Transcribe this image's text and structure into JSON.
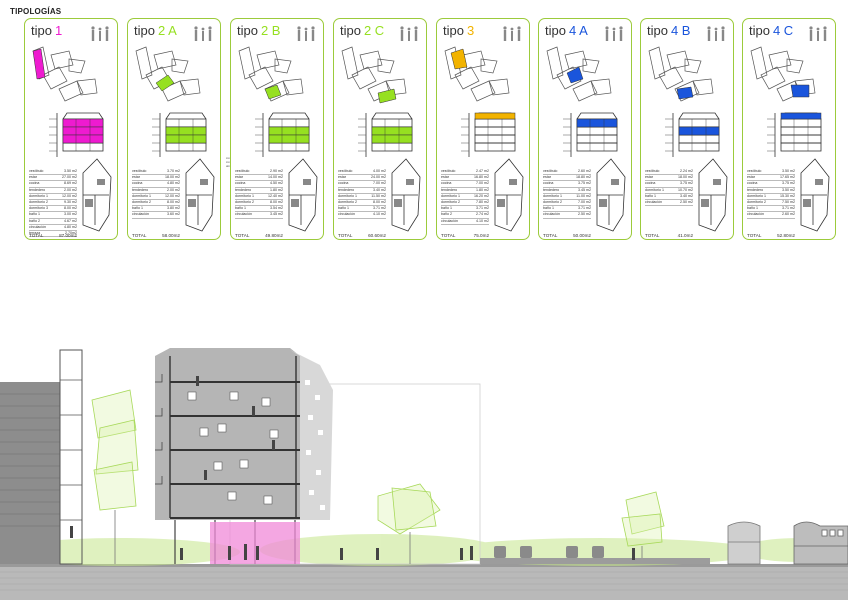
{
  "page": {
    "title": "TIPOLOGÍAS"
  },
  "colors": {
    "magenta": "#ee1bd0",
    "lime": "#96e021",
    "yellow": "#f2b300",
    "blue": "#1a55dc",
    "frame": "#9ccb3b",
    "pink_lobby": "#f08ad8"
  },
  "units": [
    {
      "label": "tipo",
      "num": "1",
      "color": "#ee1bd0",
      "rows": [
        [
          "vestíbulo",
          "3.50 m2"
        ],
        [
          "estar",
          "27.00 m2"
        ],
        [
          "cocina",
          "8.69 m2"
        ],
        [
          "tendedero",
          "2.00 m2"
        ],
        [
          "dormitorio 1",
          "12.00 m2"
        ],
        [
          "dormitorio 2",
          "9.30 m2"
        ],
        [
          "dormitorio 3",
          "8.00 m2"
        ],
        [
          "baño 1",
          "3.00 m2"
        ],
        [
          "baño 2",
          "4.67 m2"
        ],
        [
          "circulación",
          "4.80 m2"
        ],
        [
          "terraza",
          "2.70m2"
        ]
      ],
      "total_label": "TOTAL",
      "total": "87.00m2"
    },
    {
      "label": "tipo",
      "num": "2 A",
      "color": "#96e021",
      "rows": [
        [
          "vestíbulo",
          "3.70 m2"
        ],
        [
          "estar",
          "18.00 m2"
        ],
        [
          "cocina",
          "4.80 m2"
        ],
        [
          "tendedero",
          "2.00 m2"
        ],
        [
          "dormitorio 1",
          "12.00 m2"
        ],
        [
          "dormitorio 2",
          "8.00 m2"
        ],
        [
          "baño 1",
          "3.80 m2"
        ],
        [
          "circulación",
          "3.60 m2"
        ]
      ],
      "total_label": "TOTAL",
      "total": "58.00m2",
      "legend": [
        "zona noche",
        "zona variable",
        "almacenamiento"
      ]
    },
    {
      "label": "tipo",
      "num": "2 B",
      "color": "#96e021",
      "rows": [
        [
          "vestíbulo",
          "2.90 m2"
        ],
        [
          "estar",
          "14.00 m2"
        ],
        [
          "cocina",
          "4.50 m2"
        ],
        [
          "tendedero",
          "1.80 m2"
        ],
        [
          "dormitorio 1",
          "12.40 m2"
        ],
        [
          "dormitorio 2",
          "8.00 m2"
        ],
        [
          "baño 1",
          "3.54 m2"
        ],
        [
          "circulación",
          "3.45 m2"
        ]
      ],
      "total_label": "TOTAL",
      "total": "49.80m2"
    },
    {
      "label": "tipo",
      "num": "2 C",
      "color": "#96e021",
      "rows": [
        [
          "vestíbulo",
          "4.00 m2"
        ],
        [
          "estar",
          "24.00 m2"
        ],
        [
          "cocina",
          "7.00 m2"
        ],
        [
          "tendedero",
          "3.40 m2"
        ],
        [
          "dormitorio 1",
          "11.50 m2"
        ],
        [
          "dormitorio 2",
          "8.00 m2"
        ],
        [
          "baño 1",
          "3.71 m2"
        ],
        [
          "circulación",
          "4.10 m2"
        ]
      ],
      "total_label": "TOTAL",
      "total": "60.60m2"
    },
    {
      "label": "tipo",
      "num": "3",
      "color": "#f2b300",
      "rows": [
        [
          "vestíbulo",
          "2.47 m2"
        ],
        [
          "estar",
          "16.80 m2"
        ],
        [
          "cocina",
          "7.00 m2"
        ],
        [
          "tendedero",
          "1.80 m2"
        ],
        [
          "dormitorio 1",
          "16.20 m2"
        ],
        [
          "dormitorio 2",
          "7.80 m2"
        ],
        [
          "baño 1",
          "3.71 m2"
        ],
        [
          "baño 2",
          "2.74 m2"
        ],
        [
          "circulación",
          "4.10 m2"
        ]
      ],
      "total_label": "TOTAL",
      "total": "75.0m2"
    },
    {
      "label": "tipo",
      "num": "4 A",
      "color": "#1a55dc",
      "rows": [
        [
          "vestíbulo",
          "2.60 m2"
        ],
        [
          "estar",
          "18.80 m2"
        ],
        [
          "cocina",
          "3.75 m2"
        ],
        [
          "tendedero",
          "3.45 m2"
        ],
        [
          "dormitorio 1",
          "11.00 m2"
        ],
        [
          "dormitorio 2",
          "7.00 m2"
        ],
        [
          "baño 1",
          "3.71 m2"
        ],
        [
          "circulación",
          "2.50 m2"
        ]
      ],
      "total_label": "TOTAL",
      "total": "50.00m2"
    },
    {
      "label": "tipo",
      "num": "4 B",
      "color": "#1a55dc",
      "rows": [
        [
          "vestíbulo",
          "2.24 m2"
        ],
        [
          "estar",
          "18.00 m2"
        ],
        [
          "cocina",
          "3.75 m2"
        ],
        [
          "dormitorio 1",
          "10.70 m2"
        ],
        [
          "baño 1",
          "3.40 m2"
        ],
        [
          "circulación",
          "2.50 m2"
        ]
      ],
      "total_label": "TOTAL",
      "total": "41.0m2"
    },
    {
      "label": "tipo",
      "num": "4 C",
      "color": "#1a55dc",
      "rows": [
        [
          "vestíbulo",
          "3.50 m2"
        ],
        [
          "estar",
          "17.65 m2"
        ],
        [
          "cocina",
          "3.75 m2"
        ],
        [
          "tendedero",
          "3.50 m2"
        ],
        [
          "dormitorio 1",
          "15.30 m2"
        ],
        [
          "dormitorio 2",
          "7.50 m2"
        ],
        [
          "baño 1",
          "3.71 m2"
        ],
        [
          "circulación",
          "2.60 m2"
        ]
      ],
      "total_label": "TOTAL",
      "total": "52.80m2"
    }
  ]
}
